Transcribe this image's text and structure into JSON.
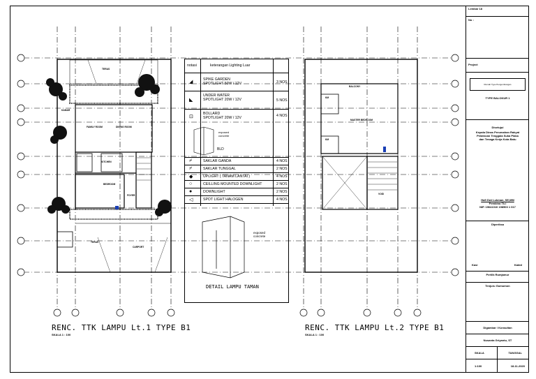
{
  "legend": {
    "header_notasi": "notasi",
    "header_keterangan": "keterangan Lighting Luar",
    "items": [
      {
        "symbol": "◢",
        "label": "SPIKE GARDEN\nSPOTLIGHT 50W / 12V",
        "qty": "3 NOS"
      },
      {
        "symbol": "◣",
        "label": "UNDER WATER\nSPOTLIGHT 20W / 12V",
        "qty": "5 NOS"
      },
      {
        "symbol": "⊡",
        "label": "BOLLARD\nSPOTLIGHT 20W / 12V",
        "qty": "4 NOS"
      }
    ],
    "bollard_note": "exposed\nconcrete",
    "bollard_code": "BLD",
    "items2": [
      {
        "symbol": "⌿",
        "label": "SAKLAR GANDA",
        "qty": "4 NOS"
      },
      {
        "symbol": "⌿",
        "label": "SAKLAR TUNGGAL",
        "qty": "2 NOS"
      },
      {
        "symbol": "◆",
        "label": "UPLIGHT ( TANAM LANTAI )",
        "qty": "4 NOS"
      },
      {
        "symbol": "○",
        "label": "CEILLING MOUNTED DOWNLIGHT",
        "qty": "2 NOS"
      },
      {
        "symbol": "●",
        "label": "DOWNLIGHT",
        "qty": "2 NOS"
      },
      {
        "symbol": "◁",
        "label": "SPOT LIGHT HALOGEN",
        "qty": "4 NOS"
      }
    ],
    "detail_note": "exposed\nconcrete",
    "detail_title": "DETAIL LAMPU TAMAN"
  },
  "plan1": {
    "title": "RENC. TTK LAMPU Lt.1 TYPE B1",
    "scale": "SKALA     1  :  100",
    "rooms": [
      "TERAS",
      "FAMILY ROOM",
      "DINING ROOM",
      "KAMAR",
      "KITCHEN",
      "BEDROOM",
      "FOYER",
      "TERAS",
      "CARPORT"
    ]
  },
  "plan2": {
    "title": "RENC. TTK LAMPU   Lt.2 TYPE B1",
    "scale": "SKALA     1  :  100",
    "rooms": [
      "BALCONY",
      "KM",
      "MASTER BEDROOM",
      "KM",
      "VOID"
    ]
  },
  "titleblock": {
    "sheet": "Lembar 18",
    "no_label": "No :",
    "project_label": "Project",
    "project_box": "Rumah Type Pengembangan",
    "type": "TYPE BALOKUR 1",
    "approval_label": "Disetujui",
    "approval_text": "Kepala Dinas Perumahan Rakyat\nPelatnoan Tenggala Suka Plaka\ndan Tenaga Kerja Kota Batu",
    "official_name": "Hafi Dwi Lukman, SE,MM",
    "official_rank": "Pembina Tk.I",
    "official_nip": "NIP. 19641010 198503 1 017",
    "checked_label": "Diperiksa",
    "kasi": "Kasi",
    "kabid": "Kabid",
    "dept": "Perlilk Rumjamur",
    "dept2": "Tenjuru Gumumon",
    "drafter_label": "Digambar / Konsultan",
    "drafter": "Nusanta Griyantu, ST",
    "scale_label": "SKALA",
    "date_label": "TANGGAL",
    "scale_value": "1:100",
    "date_value": "18-11-2020"
  },
  "colors": {
    "line": "#000000",
    "accent_blue": "#1a3fb5",
    "grid": "#000000"
  }
}
